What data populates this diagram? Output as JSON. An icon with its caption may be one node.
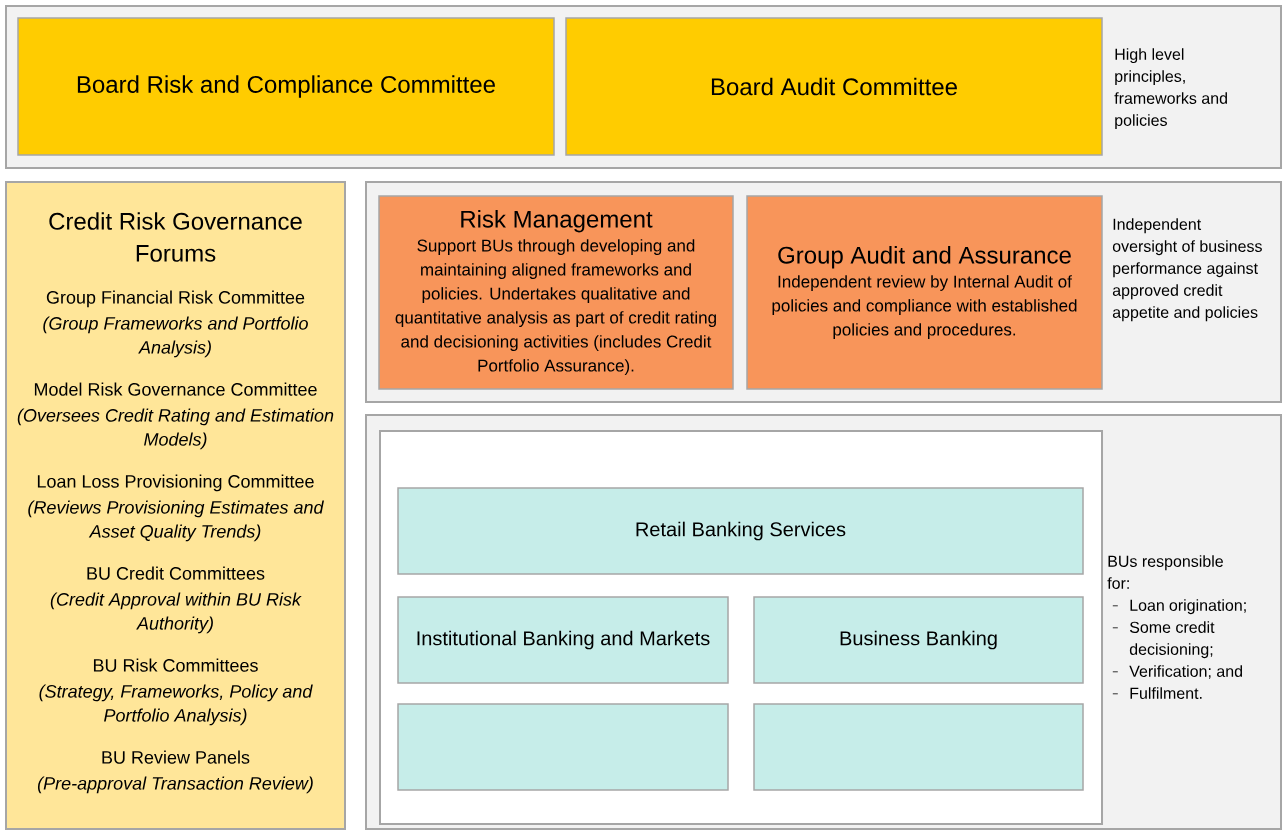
{
  "diagram": {
    "nodes": [
      {
        "text": [
          "High level principles, frameworks and policies"
        ]
      },
      {
        "text": [
          "Board Risk and Compliance Committee"
        ],
        "in": 0
      },
      {
        "text": [
          "Board Audit Committee"
        ],
        "in": 0
      },
      {
        "text": [
          "Credit Risk Governance Forums",
          "Group Financial Risk Committee",
          "(Group Frameworks and Portfolio Analysis)",
          "Model Risk Governance Committee",
          "(Oversees Credit Rating and Estimation Models)",
          "Loan Loss Provisioning Committee",
          "(Reviews Provisioning Estimates and Asset Quality Trends)",
          "BU Credit Committees",
          "(Credit Approval within BU Risk Authority)",
          "BU Risk Committees",
          "(Strategy, Frameworks, Policy and Portfolio Analysis)",
          "BU Review Panels",
          "(Pre-approval Transaction Review)"
        ]
      },
      {
        "text": [
          "Independent oversight of business performance against approved credit appetite and policies"
        ]
      },
      {
        "text": [
          "Risk Management",
          "Support BUs through developing and maintaining aligned frameworks and policies. Undertakes qualitative and quantitative analysis as part of credit rating and decisioning activities (includes Credit Portfolio Assurance)."
        ],
        "in": 4
      },
      {
        "text": [
          "Group Audit and Assurance",
          "Independent review by Internal Audit of policies and compliance with established policies and procedures."
        ],
        "in": 4
      },
      {
        "text": [
          "BUs responsible for:",
          "Loan origination;",
          "Some credit decisioning;",
          "Verification; and",
          "Fulfilment."
        ]
      },
      {
        "text": [],
        "shape": "box",
        "in": 7
      },
      {
        "text": [
          "Retail Banking Services"
        ],
        "in": 8
      },
      {
        "text": [
          "Institutional Banking and Markets"
        ],
        "in": 8
      },
      {
        "text": [
          "Business Banking"
        ],
        "in": 8
      },
      {
        "text": [],
        "shape": "box",
        "in": 8
      },
      {
        "text": [],
        "shape": "box",
        "in": 8
      }
    ]
  }
}
